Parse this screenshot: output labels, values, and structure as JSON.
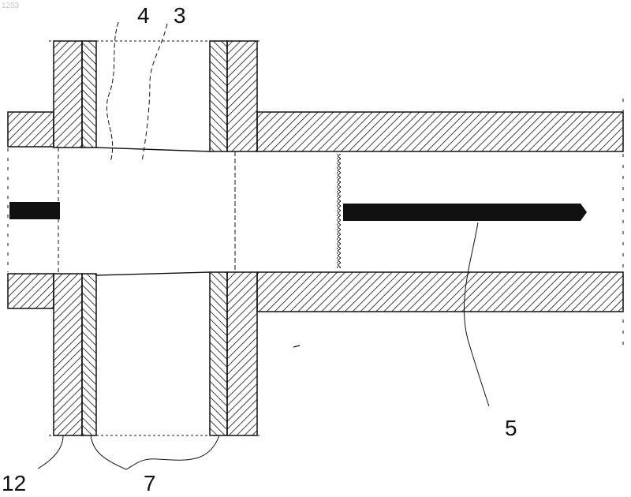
{
  "figure_id": "1253",
  "labels": {
    "l4": "4",
    "l3": "3",
    "l5": "5",
    "l12": "12",
    "l7": "7"
  },
  "colors": {
    "ink": "#111111",
    "paper": "#ffffff"
  }
}
